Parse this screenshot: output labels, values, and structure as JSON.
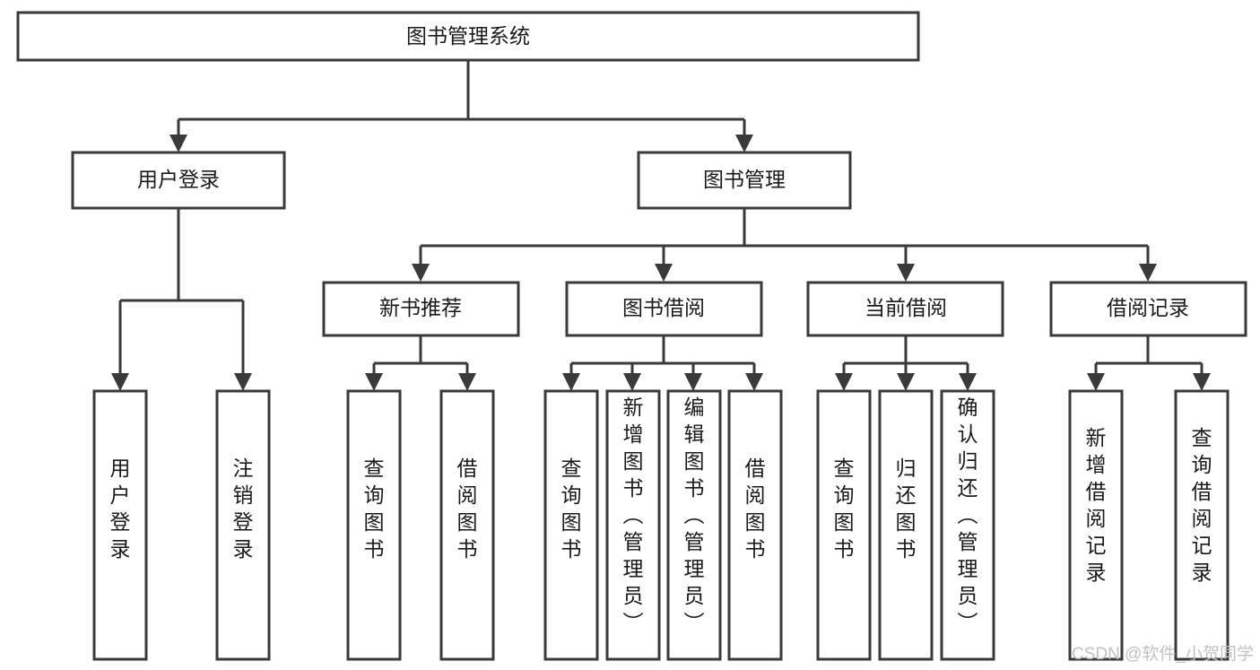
{
  "diagram": {
    "title": "图书管理系统",
    "type": "hierarchy-tree",
    "orientation": "top-down",
    "levels": 4,
    "root": {
      "id": "root",
      "label": "图书管理系统"
    },
    "level2": [
      {
        "id": "user-login",
        "label": "用户登录"
      },
      {
        "id": "book-manage",
        "label": "图书管理"
      }
    ],
    "level3": [
      {
        "id": "new-book-rec",
        "label": "新书推荐",
        "parent": "book-manage"
      },
      {
        "id": "book-borrow",
        "label": "图书借阅",
        "parent": "book-manage"
      },
      {
        "id": "current-borrow",
        "label": "当前借阅",
        "parent": "book-manage"
      },
      {
        "id": "borrow-record",
        "label": "借阅记录",
        "parent": "book-manage"
      }
    ],
    "leaves": {
      "user-login": [
        {
          "id": "leaf-user-login",
          "label": "用户登录"
        },
        {
          "id": "leaf-logout",
          "label": "注销登录"
        }
      ],
      "new-book-rec": [
        {
          "id": "leaf-query-book-1",
          "label": "查询图书"
        },
        {
          "id": "leaf-borrow-book-1",
          "label": "借阅图书"
        }
      ],
      "book-borrow": [
        {
          "id": "leaf-query-book-2",
          "label": "查询图书"
        },
        {
          "id": "leaf-add-book",
          "label": "新增图书（管理员）"
        },
        {
          "id": "leaf-edit-book",
          "label": "编辑图书（管理员）"
        },
        {
          "id": "leaf-borrow-book-2",
          "label": "借阅图书"
        }
      ],
      "current-borrow": [
        {
          "id": "leaf-query-book-3",
          "label": "查询图书"
        },
        {
          "id": "leaf-return-book",
          "label": "归还图书"
        },
        {
          "id": "leaf-confirm-return",
          "label": "确认归还（管理员）"
        }
      ],
      "borrow-record": [
        {
          "id": "leaf-add-record",
          "label": "新增借阅记录"
        },
        {
          "id": "leaf-query-record",
          "label": "查询借阅记录"
        }
      ]
    }
  },
  "style": {
    "stroke_color": "#3a3a3a",
    "fill_color": "#ffffff",
    "text_color": "#1a1a1a",
    "background": "#ffffff",
    "watermark_color": "#c2c2c2"
  },
  "watermark": {
    "text": "CSDN @软件_小贺同学"
  }
}
